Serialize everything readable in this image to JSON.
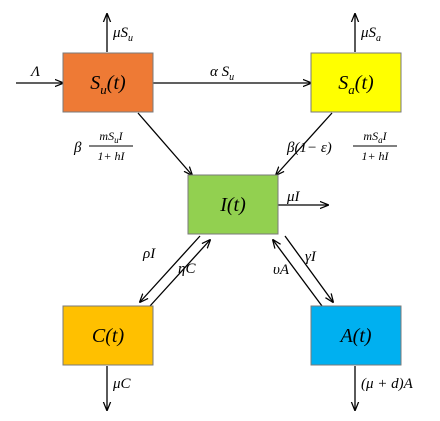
{
  "nodes": {
    "su": {
      "label": "S_u(t)",
      "main": "S",
      "sub": "u",
      "tail": "(t)",
      "color": "#ee7a35"
    },
    "sa": {
      "label": "S_a(t)",
      "main": "S",
      "sub": "a",
      "tail": "(t)",
      "color": "#ffff00"
    },
    "i": {
      "label": "I(t)",
      "main": "I(t)",
      "color": "#92d050"
    },
    "c": {
      "label": "C(t)",
      "main": "C(t)",
      "color": "#ffc000"
    },
    "a": {
      "label": "A(t)",
      "main": "A(t)",
      "color": "#00b0f0"
    }
  },
  "rates": {
    "inflow": "Λ",
    "death_su": {
      "coef": "μS",
      "sub": "u"
    },
    "death_sa": {
      "coef": "μS",
      "sub": "a"
    },
    "vaccination": {
      "coef": "α S",
      "sub": "u"
    },
    "infection_su": {
      "prefix": "β",
      "num_main": "mS",
      "num_sub": "u",
      "num_tail": "I",
      "den": "1+ hI"
    },
    "infection_sa": {
      "prefix": "β(1− ε)",
      "num_main": "mS",
      "num_sub": "a",
      "num_tail": "I",
      "den": "1+ hI"
    },
    "death_i": "μI",
    "i_to_c": "ρI",
    "c_to_i": "ηC",
    "i_to_a": "γI",
    "a_to_i": "υA",
    "death_c": "μC",
    "death_a": "(μ + d)A"
  }
}
